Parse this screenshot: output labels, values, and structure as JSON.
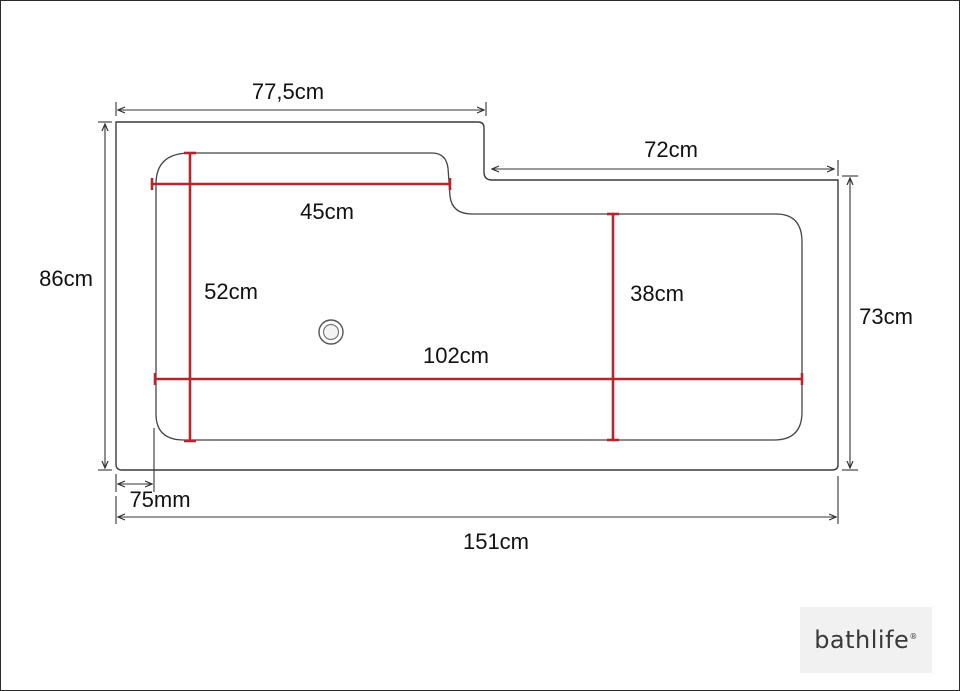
{
  "dimensions": {
    "top_width": "77,5cm",
    "step_width": "72cm",
    "height_left": "86cm",
    "height_right": "73cm",
    "inner_top": "45cm",
    "inner_left_height": "52cm",
    "inner_right_height": "38cm",
    "inner_length": "102cm",
    "rim": "75mm",
    "total_length": "151cm"
  },
  "logo": {
    "text": "bathlife",
    "mark": "®"
  },
  "colors": {
    "outline": "#333333",
    "inner_dimension": "#b3262d",
    "background": "#ffffff"
  },
  "icons": {
    "drain": "drain-icon"
  }
}
